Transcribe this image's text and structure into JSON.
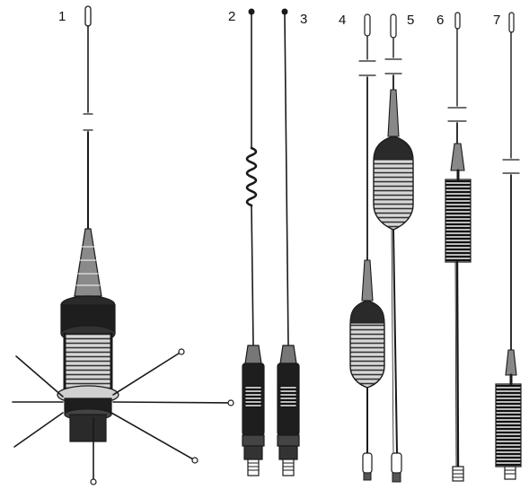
{
  "figure": {
    "labels": [
      "1",
      "2",
      "3",
      "4",
      "5",
      "6",
      "7"
    ]
  },
  "colors": {
    "ink": "#1a1a1a",
    "dark": "#2a2a2a",
    "mid": "#6a6a6a",
    "light": "#bdbdbd",
    "paper": "#ffffff"
  }
}
